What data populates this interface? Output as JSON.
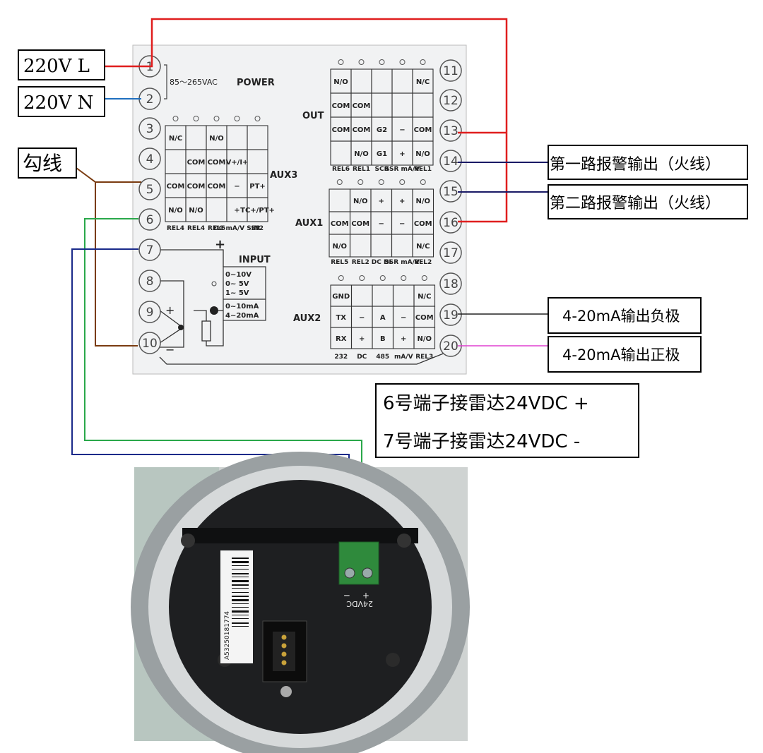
{
  "labels": {
    "l220": "220V L",
    "n220": "220V N",
    "hook": "勾线",
    "alarm1": "第一路报警输出（火线）",
    "alarm2": "第二路报警输出（火线）",
    "neg": "4-20mA输出负极",
    "pos": "4-20mA输出正极",
    "t6": "6号端子接雷达24VDC +",
    "t7": "7号端子接雷达24VDC -"
  },
  "panel": {
    "range": "85～265VAC",
    "power": "POWER",
    "out": "OUT",
    "aux3": "AUX3",
    "aux1": "AUX1",
    "aux2": "AUX2",
    "input": "INPUT",
    "plus": "+",
    "minus": "−",
    "input_ranges": [
      "0~10V",
      "0~ 5V",
      "1~ 5V",
      "0~10mA",
      "4~20mA"
    ]
  },
  "terminals": [
    "1",
    "2",
    "3",
    "4",
    "5",
    "6",
    "7",
    "8",
    "9",
    "10",
    "11",
    "12",
    "13",
    "14",
    "15",
    "16",
    "17",
    "18",
    "19",
    "20"
  ],
  "aux3_grid": [
    [
      "N/C",
      "",
      "N/O",
      ""
    ],
    [
      "",
      "COM",
      "COM",
      "V+/I+"
    ],
    [
      "COM",
      "COM",
      "COM",
      "−",
      "PT+"
    ],
    [
      "N/O",
      "N/O",
      "",
      "+",
      "TC+/PT+"
    ]
  ],
  "aux3_cols": [
    "REL4",
    "REL4",
    "REL6",
    "DC mA/V SSR",
    "IN2"
  ],
  "out_grid": [
    [
      "N/O",
      "",
      "",
      "",
      "N/C"
    ],
    [
      "COM",
      "COM",
      "",
      "",
      ""
    ],
    [
      "COM",
      "COM",
      "G2",
      "−",
      "COM"
    ],
    [
      "",
      "N/O",
      "G1",
      "+",
      "N/O"
    ]
  ],
  "out_cols": [
    "REL6",
    "REL1",
    "SCR",
    "SSR mA/V",
    "REL1"
  ],
  "aux1_grid": [
    [
      "",
      "N/O",
      "+",
      "+",
      "N/O"
    ],
    [
      "COM",
      "COM",
      "−",
      "−",
      "COM"
    ],
    [
      "N/O",
      "",
      "",
      "",
      "N/C"
    ]
  ],
  "aux1_cols": [
    "REL5",
    "REL2",
    "DC DI",
    "SSR mA/V",
    "REL2"
  ],
  "aux2_grid": [
    [
      "GND",
      "",
      "",
      "",
      "N/C"
    ],
    [
      "TX",
      "−",
      "A",
      "−",
      "COM"
    ],
    [
      "RX",
      "+",
      "B",
      "+",
      "N/O"
    ]
  ],
  "aux2_cols": [
    "232",
    "DC",
    "485",
    "mA/V",
    "REL3"
  ],
  "device": {
    "barcode": "A53250181774",
    "connector_minus": "−",
    "connector_plus": "+",
    "connector_label": "24VDC"
  },
  "colors": {
    "live": "#e01e1e",
    "neutral": "#1f6fbf",
    "hook": "#7a3b10",
    "alarm": "#1a1a66",
    "plus24": "#2aa84a",
    "minus24": "#1a2a8a",
    "pos": "#e040d0"
  }
}
